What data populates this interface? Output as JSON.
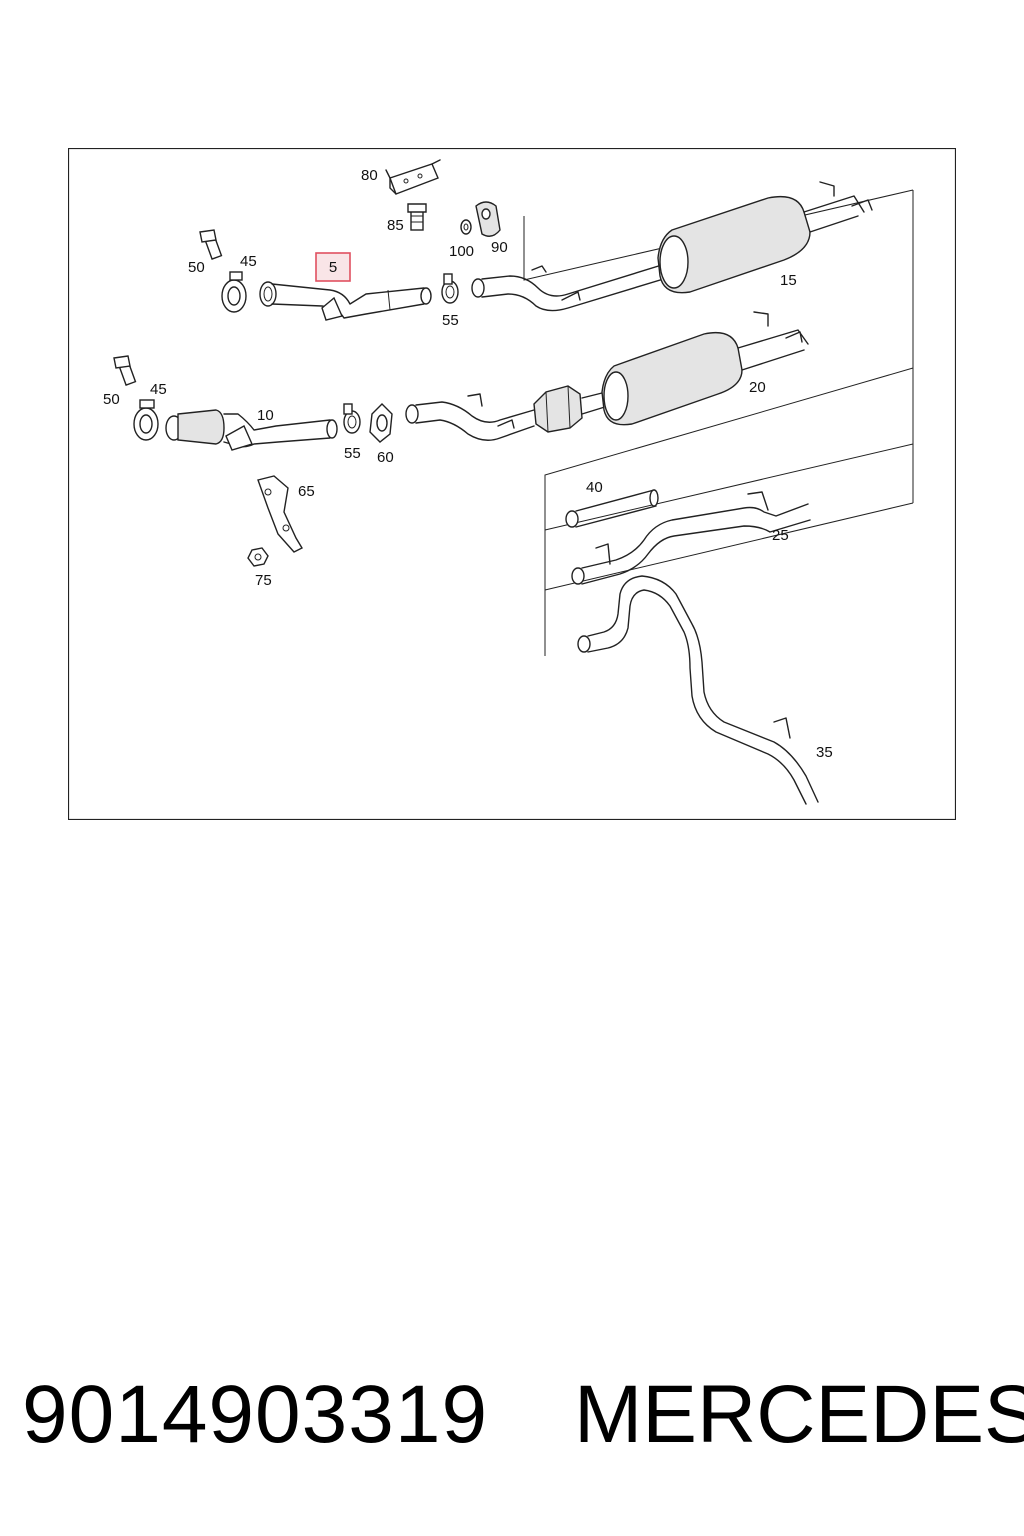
{
  "diagram": {
    "highlighted_label": "5",
    "highlight_color": "#e05060",
    "labels": {
      "p80": "80",
      "p85": "85",
      "p100": "100",
      "p90": "90",
      "p50a": "50",
      "p45a": "45",
      "p55a": "55",
      "p15": "15",
      "p50b": "50",
      "p45b": "45",
      "p10": "10",
      "p55b": "55",
      "p60": "60",
      "p20": "20",
      "p65": "65",
      "p75": "75",
      "p40": "40",
      "p25": "25",
      "p35": "35"
    }
  },
  "footer": {
    "part_number": "9014903319",
    "brand": "MERCEDES"
  }
}
